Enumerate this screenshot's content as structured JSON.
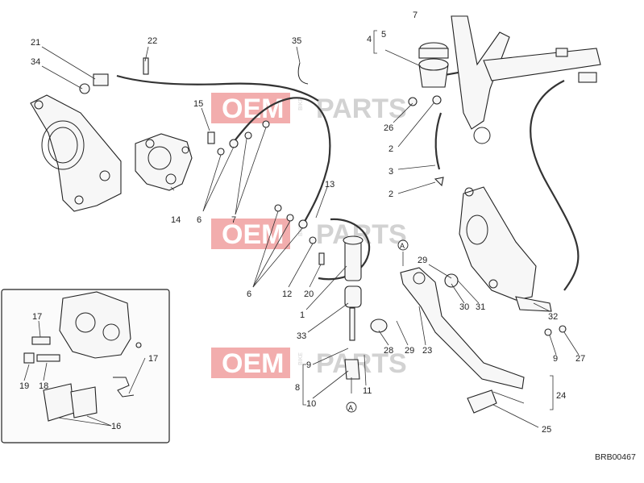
{
  "diagram": {
    "drawing_code": "BRB00467",
    "watermark": {
      "left": "OEM",
      "right": "PARTS",
      "small": "BIKE"
    },
    "marker": "A",
    "callouts": [
      {
        "id": "c21",
        "text": "21"
      },
      {
        "id": "c22",
        "text": "22"
      },
      {
        "id": "c34",
        "text": "34"
      },
      {
        "id": "c35",
        "text": "35"
      },
      {
        "id": "c4",
        "text": "4"
      },
      {
        "id": "c5",
        "text": "5"
      },
      {
        "id": "c7a",
        "text": "7"
      },
      {
        "id": "c15",
        "text": "15"
      },
      {
        "id": "c26",
        "text": "26"
      },
      {
        "id": "c2a",
        "text": "2"
      },
      {
        "id": "c3",
        "text": "3"
      },
      {
        "id": "c2b",
        "text": "2"
      },
      {
        "id": "c14",
        "text": "14"
      },
      {
        "id": "c6a",
        "text": "6"
      },
      {
        "id": "c7b",
        "text": "7"
      },
      {
        "id": "c13",
        "text": "13"
      },
      {
        "id": "c6b",
        "text": "6"
      },
      {
        "id": "c12",
        "text": "12"
      },
      {
        "id": "c20",
        "text": "20"
      },
      {
        "id": "c1",
        "text": "1"
      },
      {
        "id": "c29a",
        "text": "29"
      },
      {
        "id": "c30",
        "text": "30"
      },
      {
        "id": "c31",
        "text": "31"
      },
      {
        "id": "c32",
        "text": "32"
      },
      {
        "id": "c33",
        "text": "33"
      },
      {
        "id": "c28",
        "text": "28"
      },
      {
        "id": "c29b",
        "text": "29"
      },
      {
        "id": "c23",
        "text": "23"
      },
      {
        "id": "c9a",
        "text": "9"
      },
      {
        "id": "c27",
        "text": "27"
      },
      {
        "id": "c8",
        "text": "8"
      },
      {
        "id": "c9b",
        "text": "9"
      },
      {
        "id": "c10",
        "text": "10"
      },
      {
        "id": "c11",
        "text": "11"
      },
      {
        "id": "c24",
        "text": "24"
      },
      {
        "id": "c25",
        "text": "25"
      },
      {
        "id": "c17a",
        "text": "17"
      },
      {
        "id": "c17b",
        "text": "17"
      },
      {
        "id": "c19",
        "text": "19"
      },
      {
        "id": "c18",
        "text": "18"
      },
      {
        "id": "c16",
        "text": "16"
      }
    ]
  }
}
